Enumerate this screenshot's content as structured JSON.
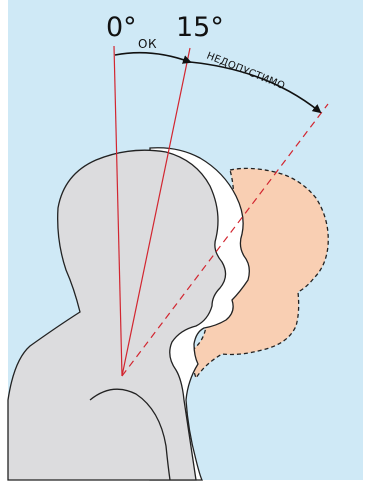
{
  "labels": {
    "angle_0": "0°",
    "angle_15": "15°",
    "ok": "ОК",
    "not_allowed": "НЕДОПУСТИМО"
  },
  "colors": {
    "background": "#cfe9f6",
    "head_main": "#dcdcde",
    "head_shifted": "#ffffff",
    "head_unacceptable": "#f9cfb3",
    "reference_line": "#d22630",
    "arrow": "#111111"
  }
}
